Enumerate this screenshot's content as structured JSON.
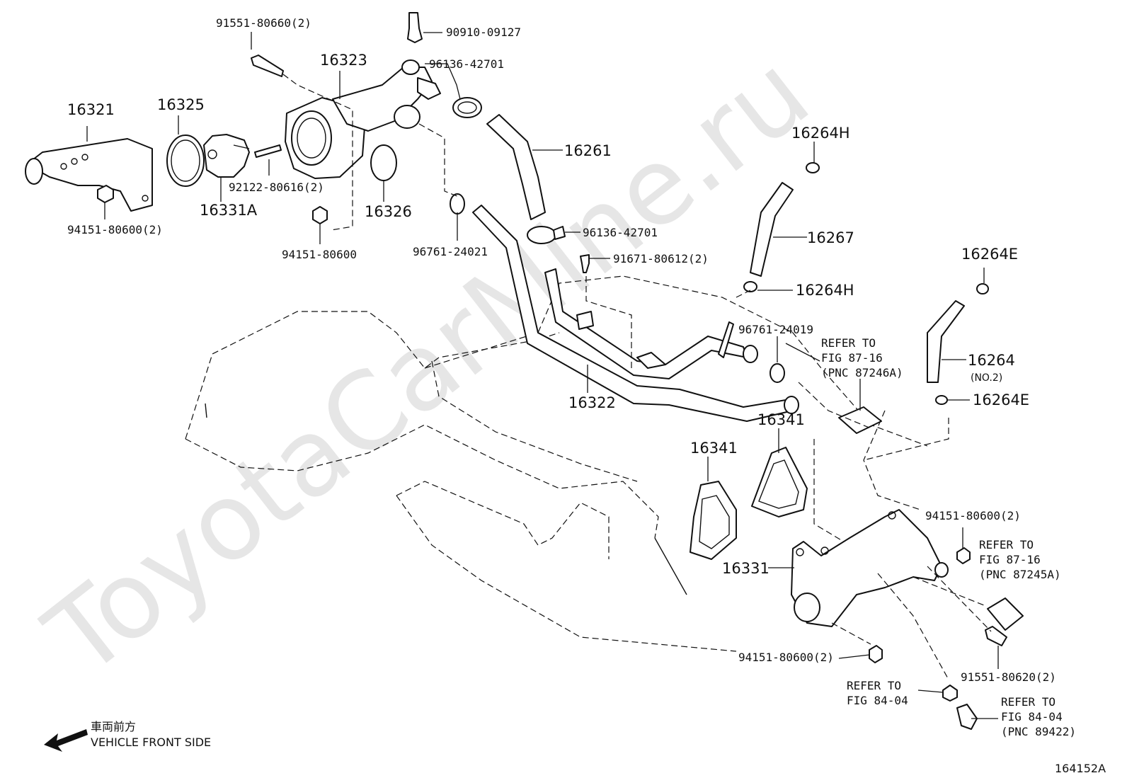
{
  "watermark": "ToyotaCarMine.ru",
  "figure_id": "164152A",
  "orientation": {
    "jp_label": "車両前方",
    "en_label": "VEHICLE FRONT SIDE",
    "icon": "arrow-left-icon"
  },
  "callouts": {
    "c16321": "16321",
    "c16325": "16325",
    "c16323": "16323",
    "c91551_80660": "91551-80660(2)",
    "c90910_09127": "90910-09127",
    "c96136_42701_a": "96136-42701",
    "c16261": "16261",
    "c16331A": "16331A",
    "c92122_80616": "92122-80616(2)",
    "c94151_80600_2a": "94151-80600(2)",
    "c16326": "16326",
    "c94151_80600": "94151-80600",
    "c96761_24021": "96761-24021",
    "c96136_42701_b": "96136-42701",
    "c91671_80612": "91671-80612(2)",
    "c16264H_a": "16264H",
    "c16267": "16267",
    "c16264H_b": "16264H",
    "c96761_24019": "96761-24019",
    "refer_87_16_a": [
      "REFER TO",
      "FIG 87-16",
      "(PNC 87246A)"
    ],
    "c16264E_a": "16264E",
    "c16264": "16264",
    "c16264_no2": "(NO.2)",
    "c16264E_b": "16264E",
    "c16322": "16322",
    "c16341_a": "16341",
    "c16341_b": "16341",
    "c94151_80600_2b": "94151-80600(2)",
    "refer_87_16_b": [
      "REFER TO",
      "FIG 87-16",
      "(PNC 87245A)"
    ],
    "c16331": "16331",
    "c94151_80600_2c": "94151-80600(2)",
    "c91551_80620": "91551-80620(2)",
    "refer_84_04_a": [
      "REFER TO",
      "FIG 84-04"
    ],
    "refer_84_04_b": [
      "REFER TO",
      "FIG 84-04",
      "(PNC 89422)"
    ]
  }
}
